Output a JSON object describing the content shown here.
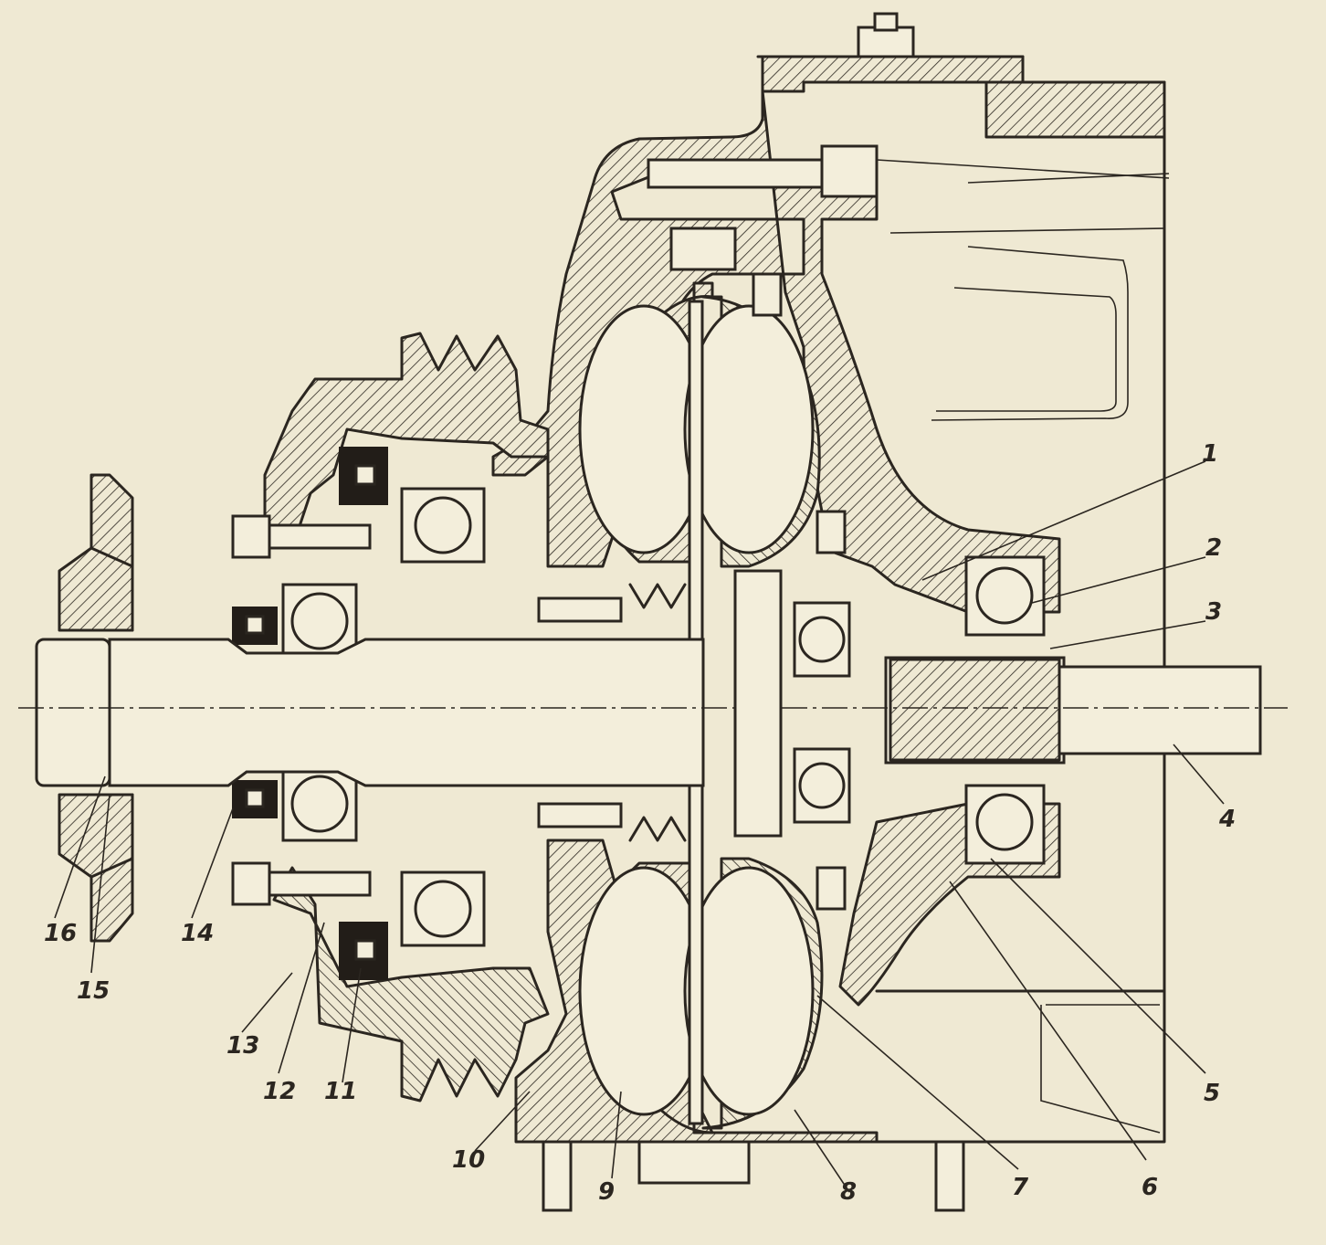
{
  "diagram": {
    "callouts": [
      {
        "id": "1",
        "label": "1"
      },
      {
        "id": "2",
        "label": "2"
      },
      {
        "id": "3",
        "label": "3"
      },
      {
        "id": "4",
        "label": "4"
      },
      {
        "id": "5",
        "label": "5"
      },
      {
        "id": "6",
        "label": "6"
      },
      {
        "id": "7",
        "label": "7"
      },
      {
        "id": "8",
        "label": "8"
      },
      {
        "id": "9",
        "label": "9"
      },
      {
        "id": "10",
        "label": "10"
      },
      {
        "id": "11",
        "label": "11"
      },
      {
        "id": "12",
        "label": "12"
      },
      {
        "id": "13",
        "label": "13"
      },
      {
        "id": "14",
        "label": "14"
      },
      {
        "id": "15",
        "label": "15"
      },
      {
        "id": "16",
        "label": "16"
      }
    ],
    "colors": {
      "paper": "#efe9d3",
      "ink": "#2b2620"
    }
  }
}
